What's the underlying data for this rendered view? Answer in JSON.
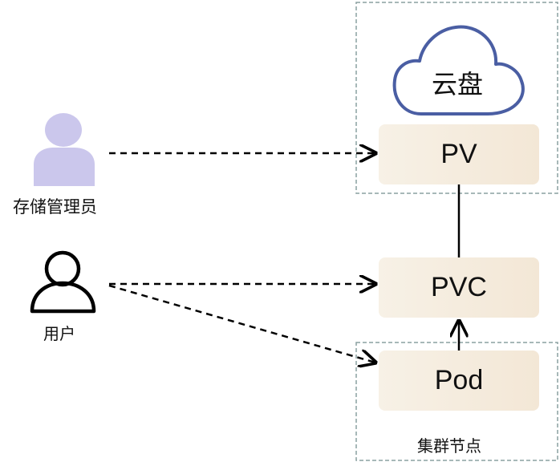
{
  "cloud": {
    "label": "云盘"
  },
  "nodes": {
    "pv": "PV",
    "pvc": "PVC",
    "pod": "Pod"
  },
  "actors": {
    "admin": "存储管理员",
    "user": "用户"
  },
  "cluster": {
    "label": "集群节点"
  },
  "colors": {
    "cloud_stroke": "#4a5ea3",
    "admin_icon": "#cbc7ec",
    "dashed_border": "#8aa0a0",
    "arrow": "#000000"
  }
}
